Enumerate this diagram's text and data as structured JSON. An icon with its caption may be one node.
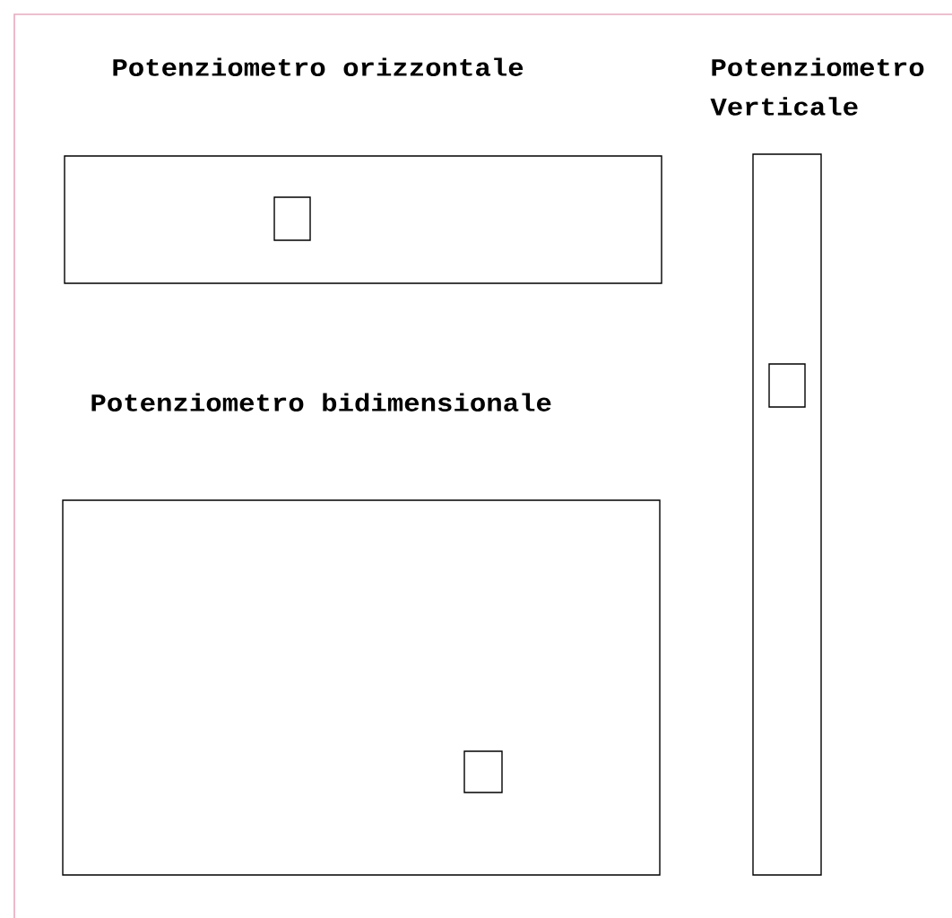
{
  "diagram": {
    "nodes": [
      {
        "text": [
          "Potenziometro orizzontale"
        ]
      },
      {
        "text": [],
        "shape": "box",
        "in": 0
      },
      {
        "text": [
          "Potenziometro Verticale"
        ]
      },
      {
        "text": [],
        "shape": "box",
        "in": 2
      },
      {
        "text": [
          "Potenziometro bidimensionale"
        ]
      },
      {
        "text": [],
        "shape": "box",
        "in": 4
      }
    ]
  }
}
